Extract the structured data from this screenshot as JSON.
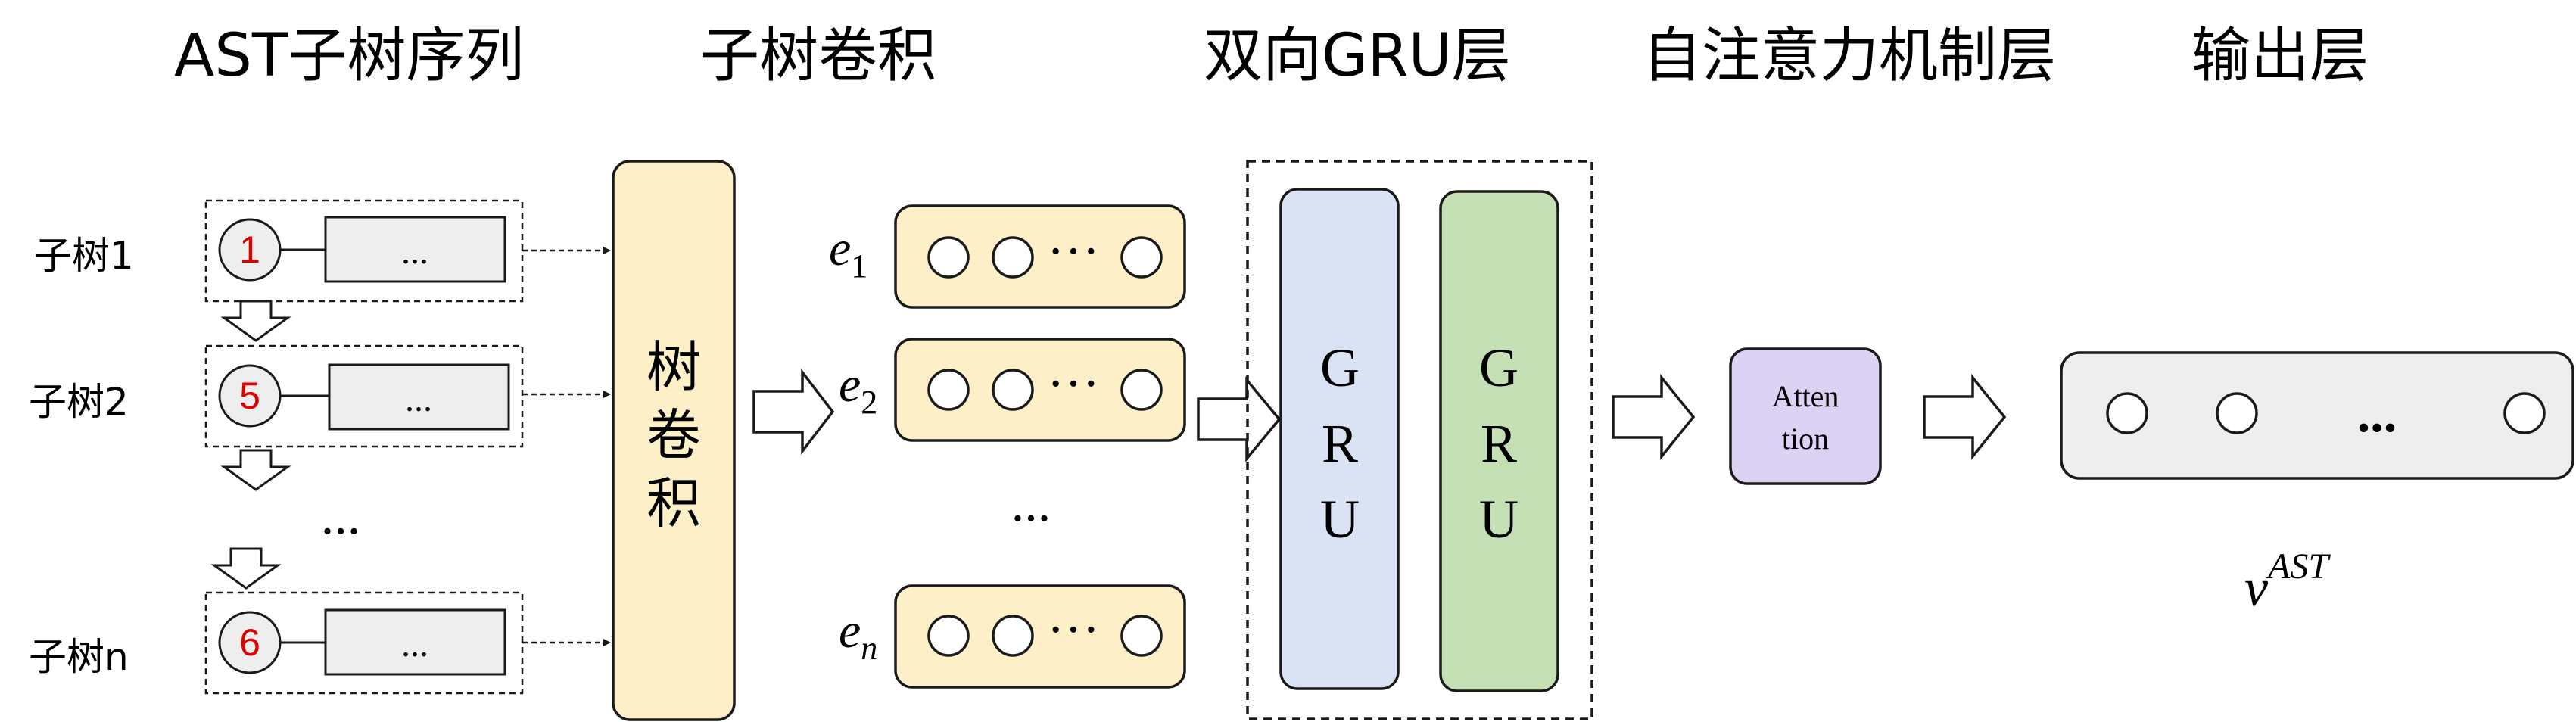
{
  "headers": {
    "subtree_sequence": "AST子树序列",
    "subtree_conv": "子树卷积",
    "bigru": "双向GRU层",
    "self_attention": "自注意力机制层",
    "output": "输出层"
  },
  "subtrees": [
    {
      "label": "子树1",
      "node": "1",
      "box": "..."
    },
    {
      "label": "子树2",
      "node": "5",
      "box": "..."
    },
    {
      "label": "子树n",
      "node": "6",
      "box": "..."
    }
  ],
  "subtree_ellipsis": "...",
  "conv_block": {
    "chars": [
      "树",
      "卷",
      "积"
    ],
    "fill": "#fdf0c8"
  },
  "embeddings": {
    "items": [
      {
        "base": "e",
        "sub": "1"
      },
      {
        "base": "e",
        "sub": "2"
      },
      {
        "base": "e",
        "sub": "n"
      }
    ],
    "inner_ellipsis": "···",
    "between_ellipsis": "...",
    "fill": "#fdf0c8"
  },
  "gru": {
    "forward": {
      "letters": [
        "G",
        "R",
        "U"
      ],
      "fill": "#dae3f3"
    },
    "backward": {
      "letters": [
        "G",
        "R",
        "U"
      ],
      "fill": "#c5e0b4"
    }
  },
  "attention": {
    "line1": "Atten",
    "line2": "tion",
    "fill": "#dcd2f3"
  },
  "output": {
    "ellipsis": "...",
    "fill": "#eeeeee",
    "vector_base": "v",
    "vector_sup": "AST"
  },
  "colors": {
    "node_text": "#e00000",
    "node_fill": "#eeeeee",
    "stroke": "#1a1a1a"
  }
}
